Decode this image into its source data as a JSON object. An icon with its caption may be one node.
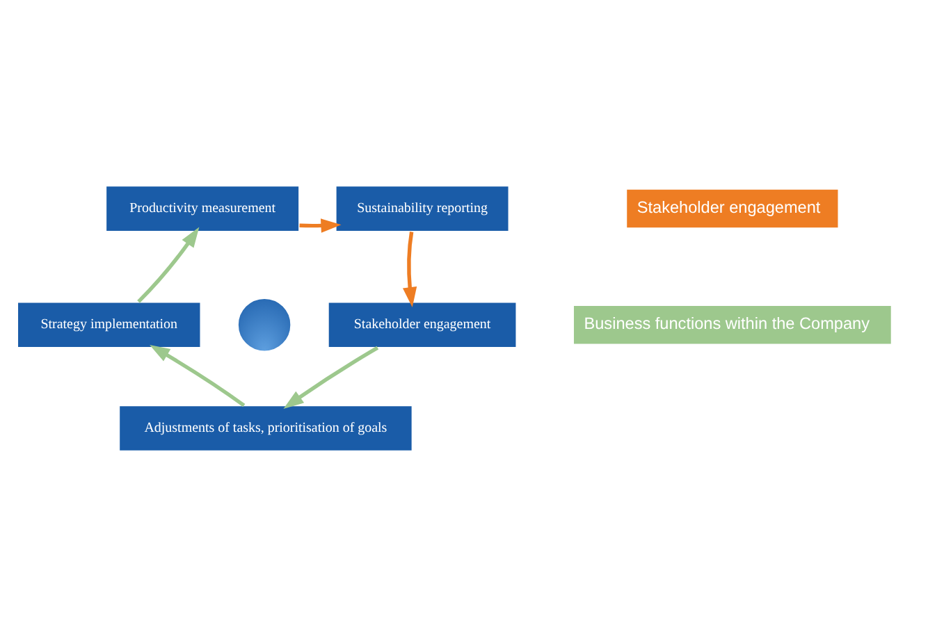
{
  "diagram": {
    "nodes": [
      {
        "text": [
          "Productivity measurement"
        ]
      },
      {
        "text": [
          "Sustainability reporting"
        ]
      },
      {
        "text": [
          "Stakeholder engagement"
        ]
      },
      {
        "text": [
          "Adjustments of tasks, prioritisation of goals"
        ]
      },
      {
        "text": [
          "Strategy implementation"
        ]
      },
      {
        "text": [],
        "shape": "circle"
      }
    ],
    "edges": [
      {
        "from": 4,
        "to": 0,
        "arrow": "to",
        "color": "#9dc88d"
      },
      {
        "from": 0,
        "to": 1,
        "arrow": "to",
        "color": "#ee7d23"
      },
      {
        "from": 1,
        "to": 2,
        "arrow": "to",
        "color": "#ee7d23"
      },
      {
        "from": 2,
        "to": 3,
        "arrow": "to",
        "color": "#9dc88d"
      },
      {
        "from": 3,
        "to": 4,
        "arrow": "to",
        "color": "#9dc88d"
      }
    ],
    "legend": [
      {
        "text": "Stakeholder engagement",
        "color": "#ee7d23"
      },
      {
        "text": "Business functions within the Company",
        "color": "#9dc88d"
      }
    ]
  }
}
